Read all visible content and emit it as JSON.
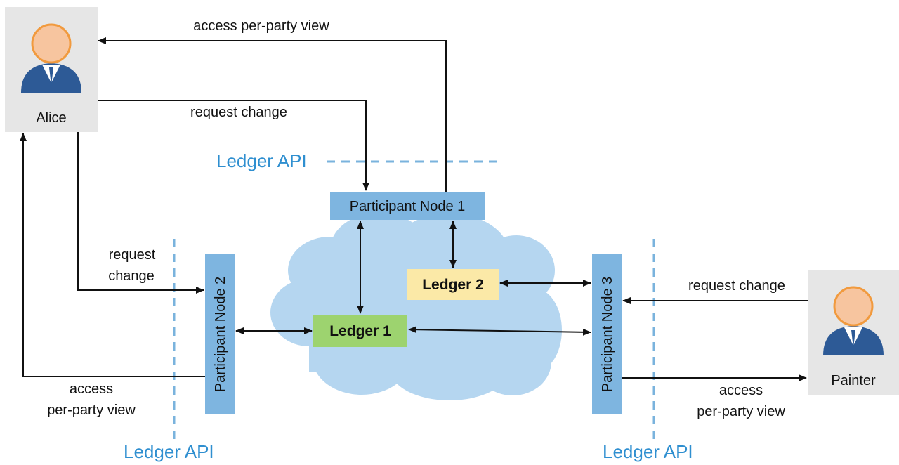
{
  "actors": {
    "alice": {
      "name": "Alice",
      "icon": "user-icon"
    },
    "painter": {
      "name": "Painter",
      "icon": "user-icon"
    }
  },
  "nodes": {
    "p1": "Participant Node 1",
    "p2": "Participant Node 2",
    "p3": "Participant Node 3"
  },
  "ledgers": {
    "l1": "Ledger 1",
    "l2": "Ledger 2"
  },
  "api_label": "Ledger API",
  "edge_labels": {
    "alice_access_top": "access per-party view",
    "alice_request_top": "request change",
    "alice_request_left_1": "request",
    "alice_request_left_2": "change",
    "alice_access_left_1": "access",
    "alice_access_left_2": "per-party view",
    "painter_request": "request change",
    "painter_access_1": "access",
    "painter_access_2": "per-party view"
  },
  "colors": {
    "node": "#7eb5e0",
    "cloud": "#b5d6f0",
    "ledger1": "#9dd36f",
    "ledger2": "#fbe9a7",
    "actor_bg": "#e6e6e6",
    "api_text": "#2f8fd0"
  }
}
